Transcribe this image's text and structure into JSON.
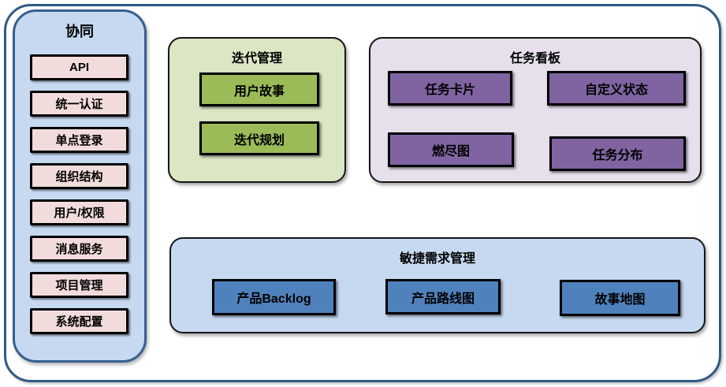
{
  "diagram": {
    "sidebar": {
      "title": "协同",
      "items": [
        {
          "label": "API"
        },
        {
          "label": "统一认证"
        },
        {
          "label": "单点登录"
        },
        {
          "label": "组织结构"
        },
        {
          "label": "用户/权限"
        },
        {
          "label": "消息服务"
        },
        {
          "label": "项目管理"
        },
        {
          "label": "系统配置"
        }
      ]
    },
    "iteration_panel": {
      "title": "迭代管理",
      "items": [
        {
          "label": "用户故事"
        },
        {
          "label": "迭代规划"
        }
      ]
    },
    "kanban_panel": {
      "title": "任务看板",
      "items": [
        {
          "label": "任务卡片"
        },
        {
          "label": "自定义状态"
        },
        {
          "label": "燃尽图"
        },
        {
          "label": "任务分布"
        }
      ]
    },
    "agile_panel": {
      "title": "敏捷需求管理",
      "items": [
        {
          "label": "产品Backlog"
        },
        {
          "label": "产品路线图"
        },
        {
          "label": "故事地图"
        }
      ]
    }
  },
  "colors": {
    "outer_border": "#2f5a85",
    "sidebar_fill": "#c6d9f1",
    "sidebar_border": "#365f91",
    "sidebar_item_fill": "#f2dcdb",
    "iteration_panel_fill": "#dbe6c4",
    "iteration_item_fill": "#9bbb59",
    "kanban_panel_fill": "#e5e0ec",
    "kanban_item_fill": "#8064a2",
    "agile_panel_fill": "#c6d9f1",
    "agile_item_fill": "#4f81bd",
    "box_border": "#000000",
    "text": "#000000"
  }
}
